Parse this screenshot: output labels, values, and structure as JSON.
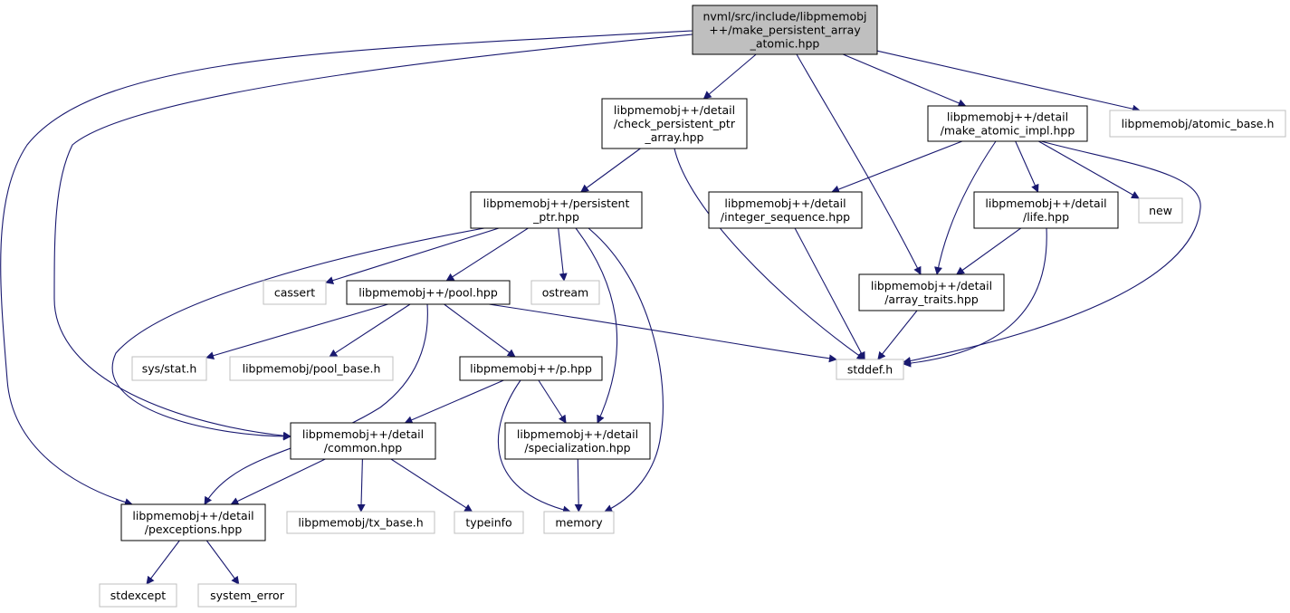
{
  "nodes": [
    {
      "id": "main",
      "lines": [
        "nvml/src/include/libpmemobj",
        "++/make_persistent_array",
        "_atomic.hpp"
      ]
    },
    {
      "id": "check_ptr",
      "lines": [
        "libpmemobj++/detail",
        "/check_persistent_ptr",
        "_array.hpp"
      ]
    },
    {
      "id": "make_atomic",
      "lines": [
        "libpmemobj++/detail",
        "/make_atomic_impl.hpp"
      ]
    },
    {
      "id": "atomic_base",
      "lines": [
        "libpmemobj/atomic_base.h"
      ]
    },
    {
      "id": "persistent_ptr",
      "lines": [
        "libpmemobj++/persistent",
        "_ptr.hpp"
      ]
    },
    {
      "id": "integer_seq",
      "lines": [
        "libpmemobj++/detail",
        "/integer_sequence.hpp"
      ]
    },
    {
      "id": "life",
      "lines": [
        "libpmemobj++/detail",
        "/life.hpp"
      ]
    },
    {
      "id": "new",
      "lines": [
        "new"
      ]
    },
    {
      "id": "cassert",
      "lines": [
        "cassert"
      ]
    },
    {
      "id": "pool",
      "lines": [
        "libpmemobj++/pool.hpp"
      ]
    },
    {
      "id": "ostream",
      "lines": [
        "ostream"
      ]
    },
    {
      "id": "array_traits",
      "lines": [
        "libpmemobj++/detail",
        "/array_traits.hpp"
      ]
    },
    {
      "id": "sysstat",
      "lines": [
        "sys/stat.h"
      ]
    },
    {
      "id": "pool_base",
      "lines": [
        "libpmemobj/pool_base.h"
      ]
    },
    {
      "id": "p",
      "lines": [
        "libpmemobj++/p.hpp"
      ]
    },
    {
      "id": "stddef",
      "lines": [
        "stddef.h"
      ]
    },
    {
      "id": "common",
      "lines": [
        "libpmemobj++/detail",
        "/common.hpp"
      ]
    },
    {
      "id": "specialization",
      "lines": [
        "libpmemobj++/detail",
        "/specialization.hpp"
      ]
    },
    {
      "id": "pexceptions",
      "lines": [
        "libpmemobj++/detail",
        "/pexceptions.hpp"
      ]
    },
    {
      "id": "tx_base",
      "lines": [
        "libpmemobj/tx_base.h"
      ]
    },
    {
      "id": "typeinfo",
      "lines": [
        "typeinfo"
      ]
    },
    {
      "id": "memory",
      "lines": [
        "memory"
      ]
    },
    {
      "id": "stdexcept",
      "lines": [
        "stdexcept"
      ]
    },
    {
      "id": "system_error",
      "lines": [
        "system_error"
      ]
    }
  ],
  "edges": [
    [
      "main",
      "check_ptr"
    ],
    [
      "main",
      "make_atomic"
    ],
    [
      "main",
      "atomic_base"
    ],
    [
      "main",
      "array_traits"
    ],
    [
      "main",
      "common"
    ],
    [
      "main",
      "pexceptions"
    ],
    [
      "check_ptr",
      "persistent_ptr"
    ],
    [
      "check_ptr",
      "stddef"
    ],
    [
      "make_atomic",
      "integer_seq"
    ],
    [
      "make_atomic",
      "life"
    ],
    [
      "make_atomic",
      "new"
    ],
    [
      "make_atomic",
      "array_traits"
    ],
    [
      "make_atomic",
      "stddef"
    ],
    [
      "persistent_ptr",
      "cassert"
    ],
    [
      "persistent_ptr",
      "pool"
    ],
    [
      "persistent_ptr",
      "ostream"
    ],
    [
      "persistent_ptr",
      "common"
    ],
    [
      "persistent_ptr",
      "specialization"
    ],
    [
      "persistent_ptr",
      "memory"
    ],
    [
      "integer_seq",
      "stddef"
    ],
    [
      "life",
      "array_traits"
    ],
    [
      "life",
      "stddef"
    ],
    [
      "array_traits",
      "stddef"
    ],
    [
      "pool",
      "sysstat"
    ],
    [
      "pool",
      "pool_base"
    ],
    [
      "pool",
      "p"
    ],
    [
      "pool",
      "stddef"
    ],
    [
      "pool",
      "pexceptions"
    ],
    [
      "p",
      "common"
    ],
    [
      "p",
      "specialization"
    ],
    [
      "p",
      "memory"
    ],
    [
      "common",
      "pexceptions"
    ],
    [
      "common",
      "tx_base"
    ],
    [
      "common",
      "typeinfo"
    ],
    [
      "specialization",
      "memory"
    ],
    [
      "pexceptions",
      "stdexcept"
    ],
    [
      "pexceptions",
      "system_error"
    ]
  ]
}
